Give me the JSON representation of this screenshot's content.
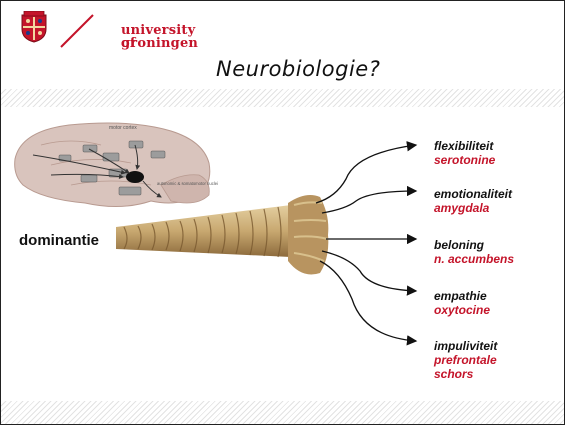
{
  "logo": {
    "line1": "university of",
    "line2": "groningen"
  },
  "title": "Neurobiologie?",
  "brain_diagram": {
    "top_label": "motor cortex",
    "side_label": "autonomic & somatomotor nuclei"
  },
  "left_label": "dominantie",
  "labels": [
    {
      "main": "flexibiliteit",
      "sub": [
        "serotonine"
      ]
    },
    {
      "main": "emotionaliteit",
      "sub": [
        "amygdala"
      ]
    },
    {
      "main": "beloning",
      "sub": [
        "n. accumbens"
      ]
    },
    {
      "main": "empathie",
      "sub": [
        "oxytocine"
      ]
    },
    {
      "main": "impuliviteit",
      "sub": [
        "prefrontale",
        "schors"
      ]
    }
  ],
  "colors": {
    "accent": "#c4142a",
    "rope": "#c8a870"
  }
}
